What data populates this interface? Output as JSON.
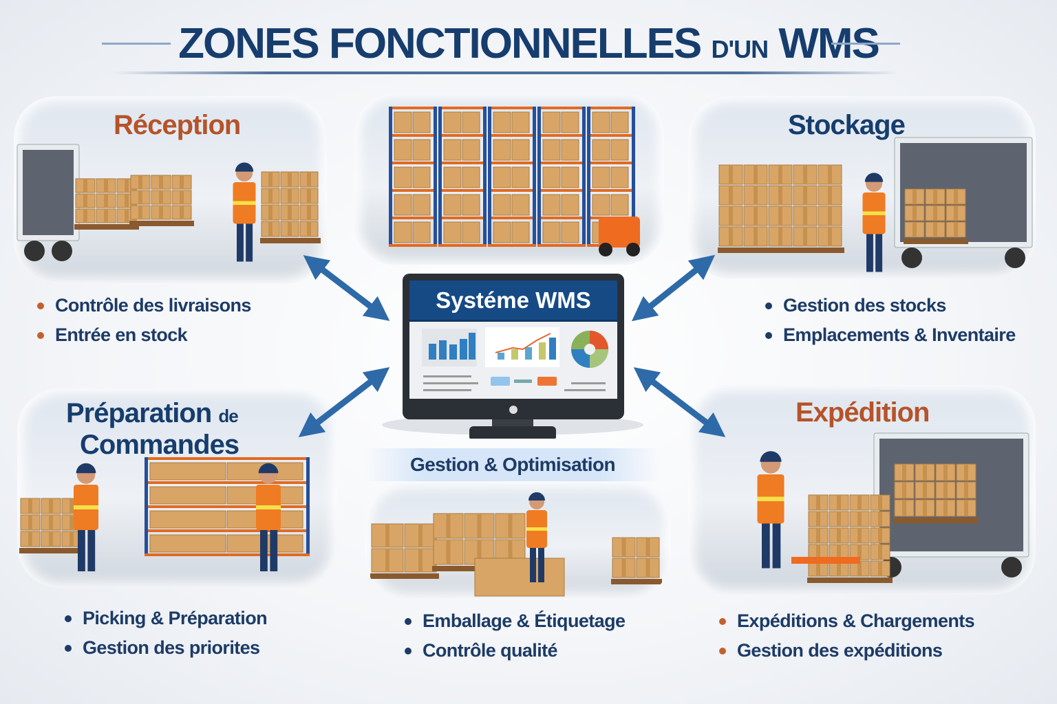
{
  "title": {
    "main": "ZONES FONCTIONNELLES",
    "small": "D'UN",
    "end": "WMS"
  },
  "center": {
    "monitor_title": "Systéme WMS",
    "banner": "Gestion & Optimisation"
  },
  "zones": {
    "reception": {
      "title": "Réception",
      "bullets": [
        "Contrôle des livraisons",
        "Entrée en stock"
      ],
      "color": "#b5532a"
    },
    "stockage": {
      "title": "Stockage",
      "bullets": [
        "Gestion des stocks",
        "Emplacements & Inventaire"
      ],
      "color": "#163d6d"
    },
    "preparation": {
      "title": "Préparation",
      "title_small": "de",
      "title_line2": "Commandes",
      "bullets": [
        "Picking & Préparation",
        "Gestion des priorites"
      ],
      "color": "#163d6d"
    },
    "emballage": {
      "bullets": [
        "Emballage & Étiquetage",
        "Contrôle qualité"
      ],
      "color": "#163d6d"
    },
    "expedition": {
      "title": "Expédition",
      "bullets": [
        "Expéditions & Chargements",
        "Gestion des expéditions"
      ],
      "color": "#b5532a"
    }
  },
  "colors": {
    "navy": "#163d6d",
    "orange": "#b5532a",
    "arrow": "#2f6aa8",
    "box": "#d9a566"
  }
}
